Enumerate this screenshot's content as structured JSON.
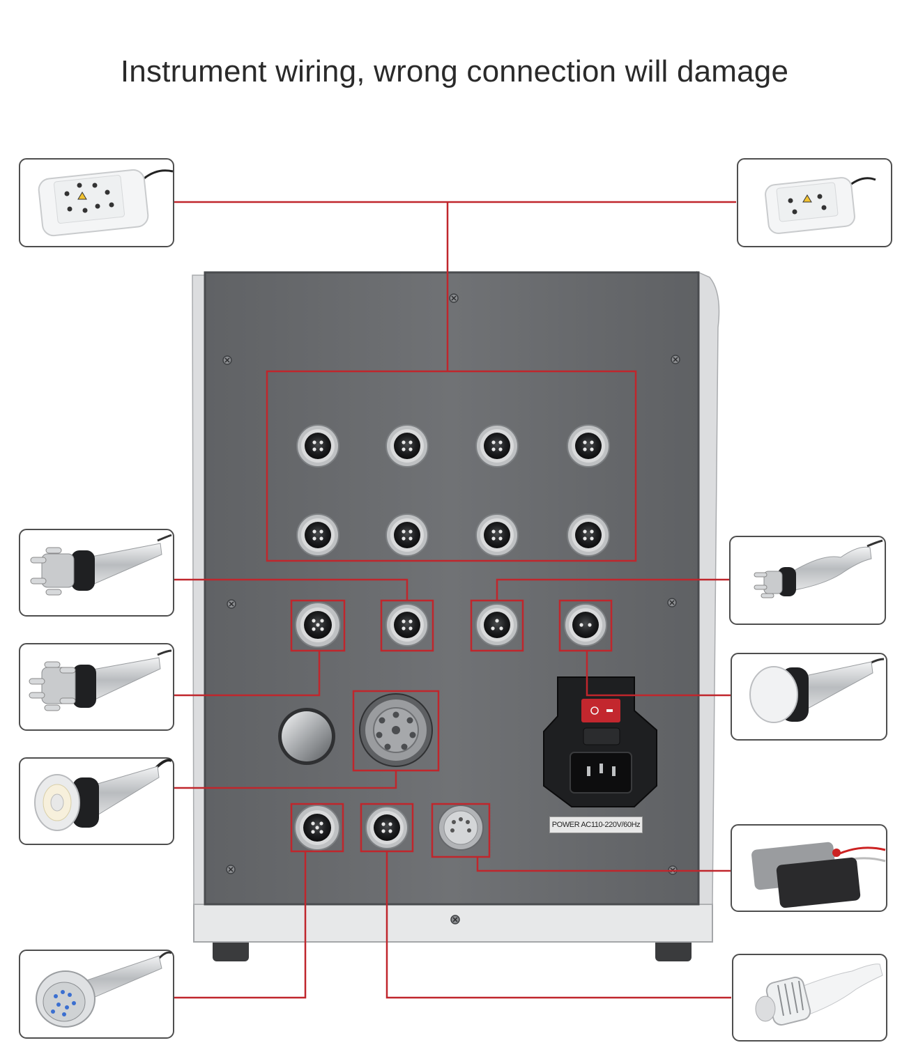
{
  "title": "Instrument wiring, wrong connection will damage",
  "power_label": "POWER AC110-220V/60Hz",
  "colors": {
    "wire": "#c0262c",
    "panel": "#6b6d70",
    "panel_edge": "#4a4c4f",
    "frame": "#d8d9db",
    "connector": "#b8babc"
  },
  "handpieces": [
    {
      "id": "laser-pad-left",
      "icon": "lipo-laser-pad-icon"
    },
    {
      "id": "laser-pad-right",
      "icon": "lipo-laser-pad-icon"
    },
    {
      "id": "rf-4-pole",
      "icon": "rf-4-pole-probe-icon"
    },
    {
      "id": "rf-3-pole",
      "icon": "rf-3-pole-probe-icon"
    },
    {
      "id": "rf-6-pole",
      "icon": "rf-6-pole-probe-icon"
    },
    {
      "id": "cavitation-40k",
      "icon": "cavitation-probe-icon"
    },
    {
      "id": "vacuum-cavitation",
      "icon": "vacuum-cavitation-probe-icon"
    },
    {
      "id": "ems-pads",
      "icon": "ems-electrode-pads-icon"
    },
    {
      "id": "led-rf-head",
      "icon": "led-rf-head-icon"
    },
    {
      "id": "cold-hammer",
      "icon": "cold-hammer-probe-icon"
    }
  ]
}
